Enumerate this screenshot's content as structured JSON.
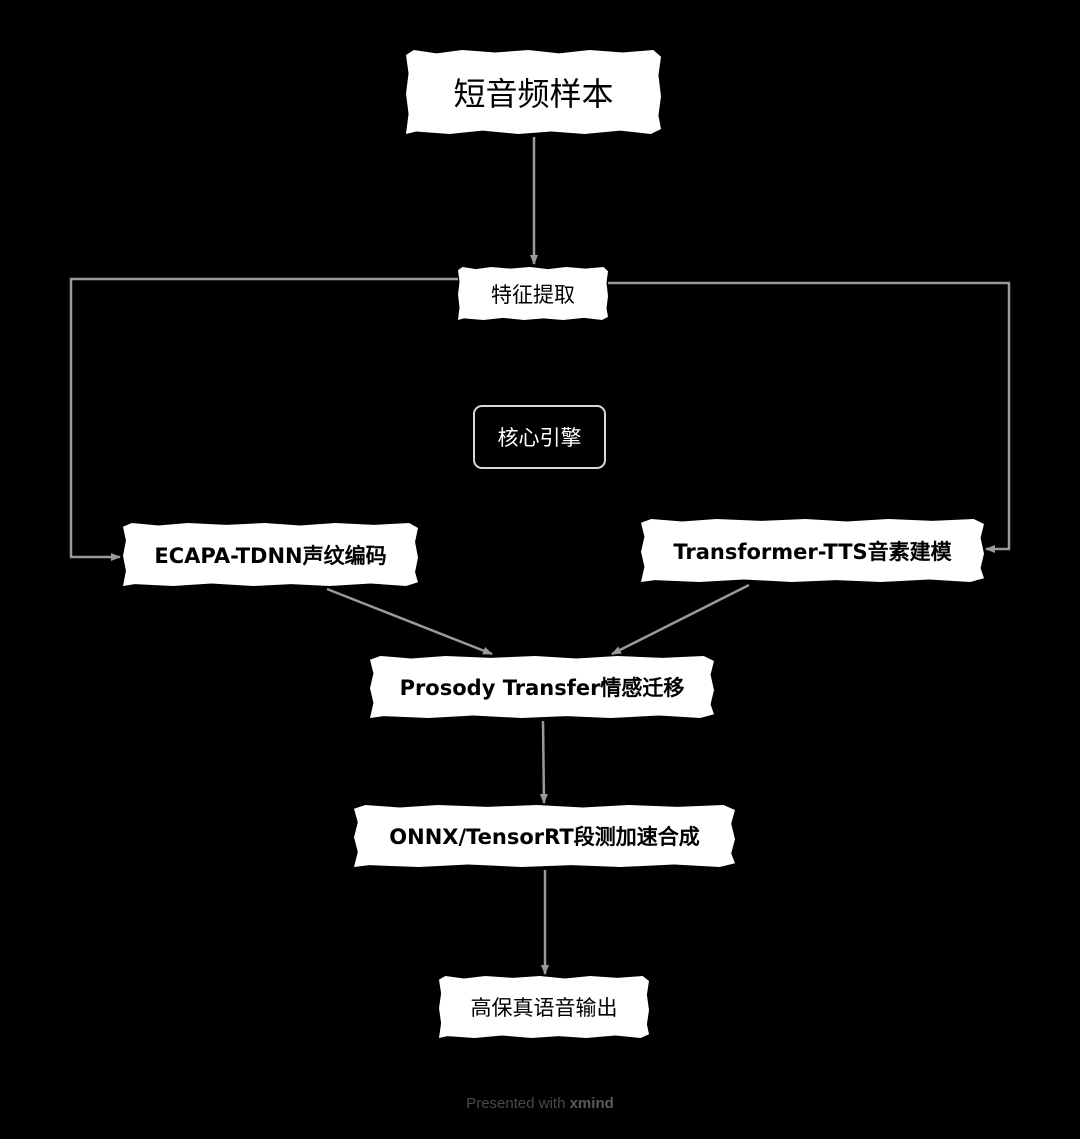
{
  "nodes": {
    "root": "短音频样本",
    "feature": "特征提取",
    "core": "核心引擎",
    "ecapa": "ECAPA-TDNN声纹编码",
    "transformer": "Transformer-TTS音素建模",
    "prosody": "Prosody Transfer情感迁移",
    "onnx": "ONNX/TensorRT段测加速合成",
    "output": "高保真语音输出"
  },
  "footer": {
    "prefix": "Presented with ",
    "brand": "xmind"
  },
  "colors": {
    "background": "#000000",
    "node_fill": "#ffffff",
    "connector": "#9a9a9a",
    "core_border": "#d8d8d8"
  }
}
